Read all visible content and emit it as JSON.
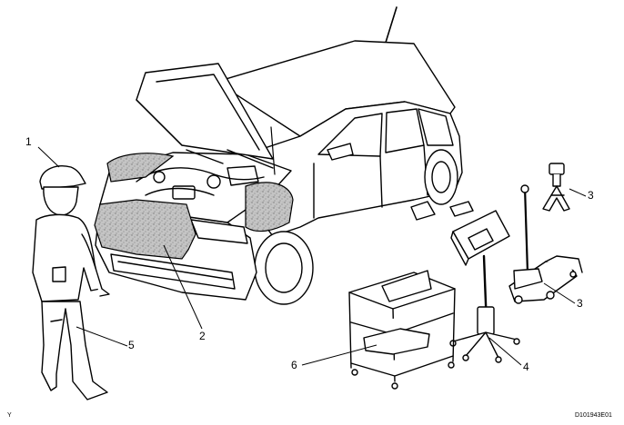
{
  "callouts": {
    "c1": "1",
    "c2": "2",
    "c3a": "3",
    "c3b": "3",
    "c4": "4",
    "c5": "5",
    "c6": "6"
  },
  "corner_left": "Y",
  "figure_id": "D101943E01",
  "colors": {
    "line": "#000000",
    "cover_fill": "#b5b5b5",
    "background": "#ffffff"
  }
}
